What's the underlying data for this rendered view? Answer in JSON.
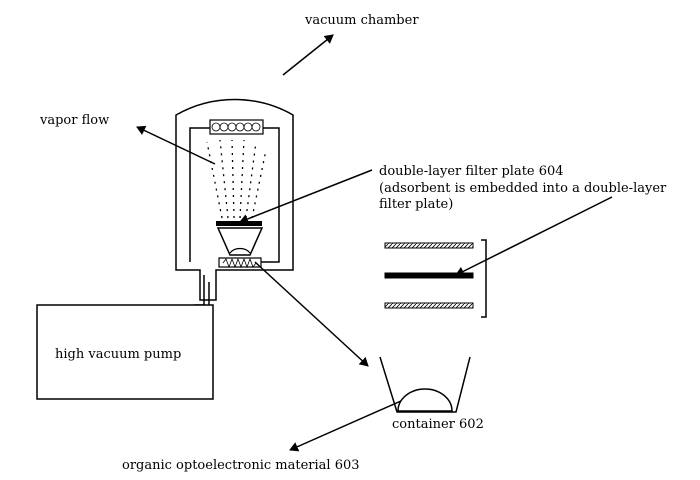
{
  "labels": {
    "vacuum_chamber": "vacuum chamber",
    "vapor_flow": "vapor flow",
    "filter_plate_title": "double-layer filter plate 604",
    "filter_plate_note_1": "(adsorbent is embedded into a double-layer",
    "filter_plate_note_2": "filter plate)",
    "pump": "high vacuum pump",
    "container": "container 602",
    "material": "organic optoelectronic material 603"
  },
  "colors": {
    "ink": "#000000",
    "background": "#ffffff"
  }
}
